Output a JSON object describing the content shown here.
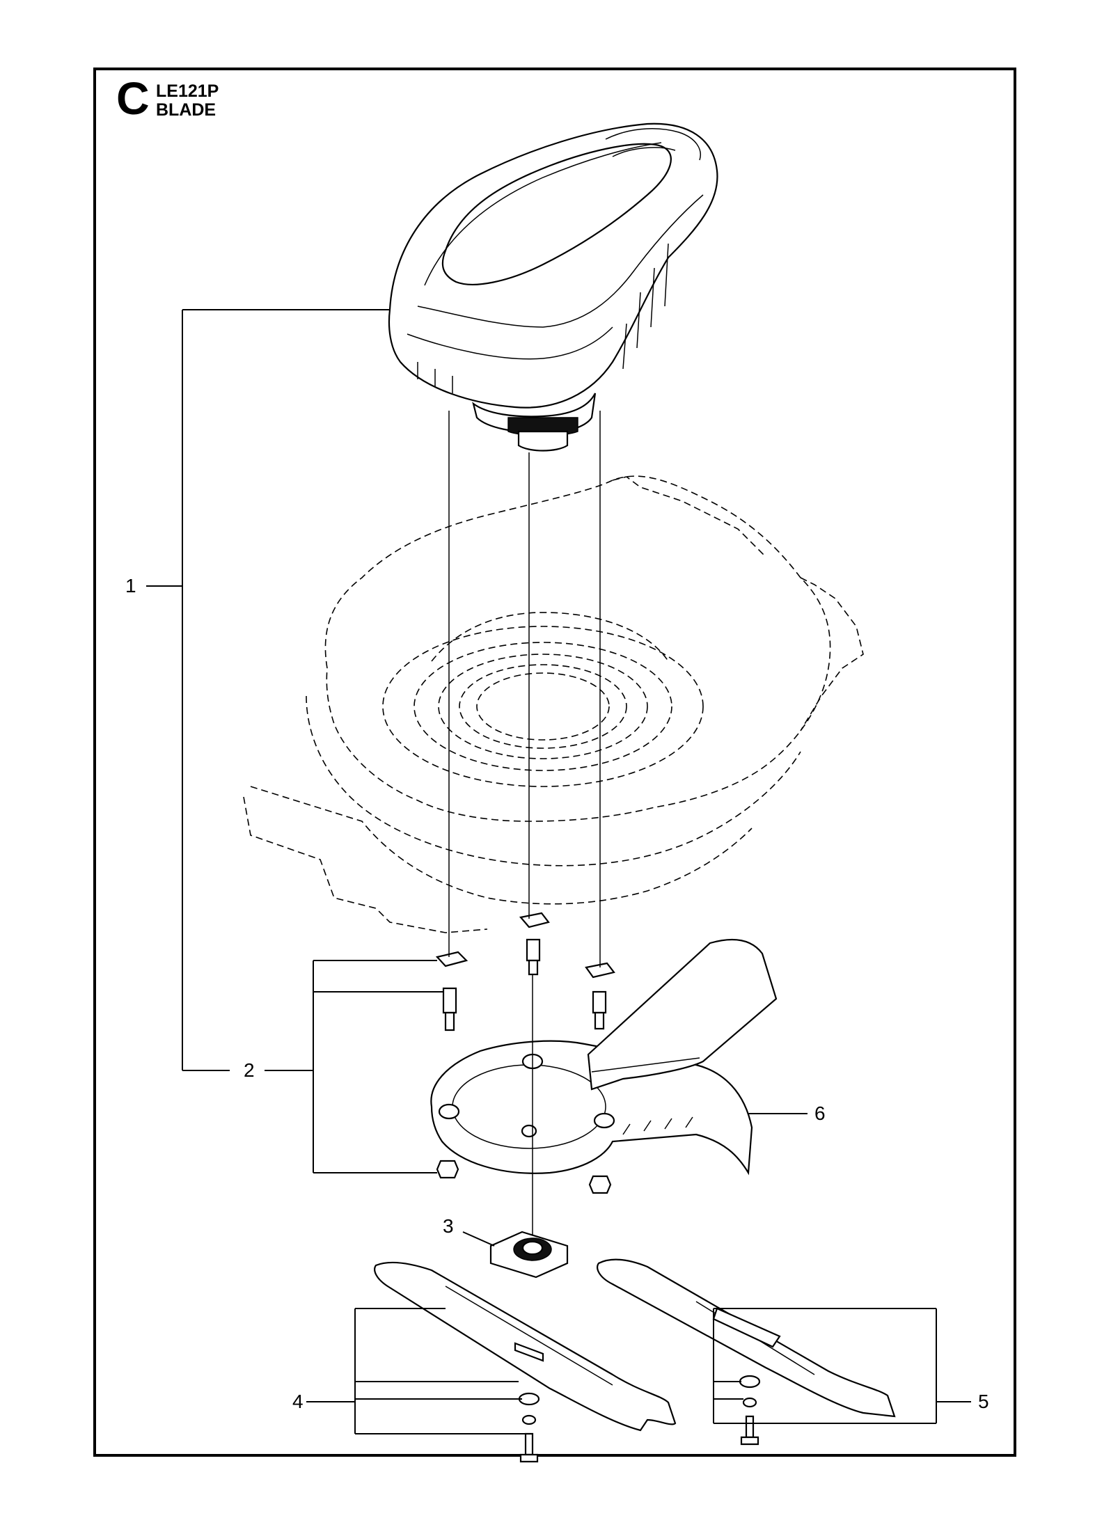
{
  "header": {
    "section_letter": "C",
    "model": "LE121P",
    "group_name": "BLADE"
  },
  "callouts": {
    "c1": "1",
    "c2": "2",
    "c3": "3",
    "c4": "4",
    "c5": "5",
    "c6": "6"
  },
  "colors": {
    "line": "#000000",
    "background": "#ffffff"
  }
}
